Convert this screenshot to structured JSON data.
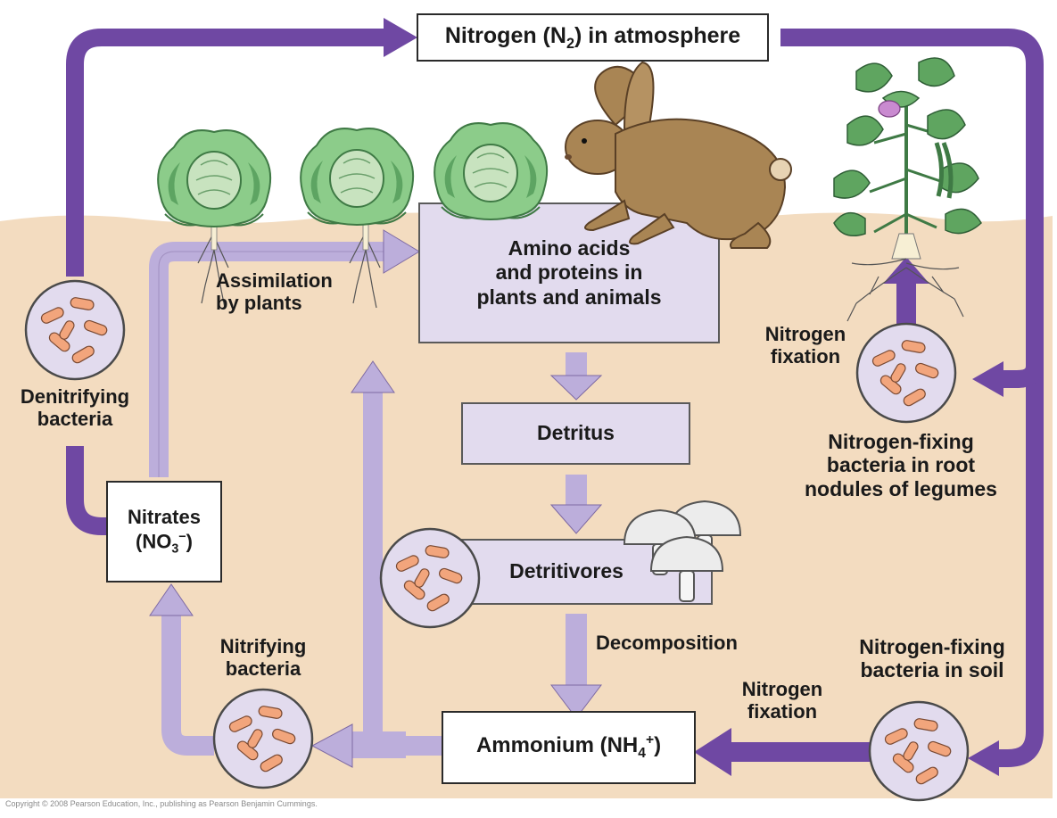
{
  "nodes": {
    "atmosphere": {
      "pre": "Nitrogen (N",
      "sub": "2",
      "post": ") in atmosphere"
    },
    "amino": {
      "l1": "Amino acids",
      "l2": "and proteins in",
      "l3": "plants and animals"
    },
    "detritus": "Detritus",
    "detritivores": "Detritivores",
    "ammonium": {
      "pre": "Ammonium (NH",
      "sub": "4",
      "sup": "+",
      "post": ")"
    },
    "nitrates": {
      "l1": "Nitrates",
      "pre": "(NO",
      "sub": "3",
      "sup": "−",
      "post": ")"
    }
  },
  "labels": {
    "assimilation": {
      "l1": "Assimilation",
      "l2": "by plants"
    },
    "denitrifying": {
      "l1": "Denitrifying",
      "l2": "bacteria"
    },
    "nitrifying": {
      "l1": "Nitrifying",
      "l2": "bacteria"
    },
    "fixation_root": {
      "l1": "Nitrogen",
      "l2": "fixation"
    },
    "fixing_root": {
      "l1": "Nitrogen-fixing",
      "l2": "bacteria in root",
      "l3": "nodules of legumes"
    },
    "decomposition": "Decomposition",
    "fixation_soil": {
      "l1": "Nitrogen",
      "l2": "fixation"
    },
    "fixing_soil": {
      "l1": "Nitrogen-fixing",
      "l2": "bacteria in soil"
    }
  },
  "credit": "Copyright © 2008 Pearson Education, Inc., publishing as Pearson Benjamin Cummings.",
  "colors": {
    "sky": "#ffffff",
    "soil": "#f3dcc0",
    "box_light": "#e2dbee",
    "arrow_dark": "#6f48a3",
    "arrow_light": "#bcaedb",
    "bacteria": "#f2a57c",
    "cabbage": "#6fae73",
    "rabbit": "#a98554",
    "mushroom": "#e2e2e2"
  },
  "icons": [
    "bacteria-icon",
    "cabbage-icon",
    "rabbit-icon",
    "mushroom-icon",
    "legume-plant-icon"
  ]
}
